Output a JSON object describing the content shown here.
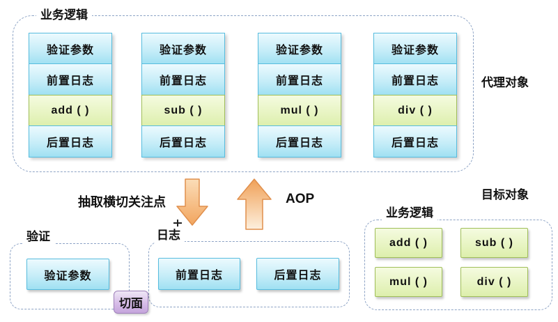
{
  "proxy": {
    "group_label": "业务逻辑",
    "side_label": "代理对象",
    "columns": [
      {
        "cells": [
          "验证参数",
          "前置日志",
          "add ( )",
          "后置日志"
        ]
      },
      {
        "cells": [
          "验证参数",
          "前置日志",
          "sub ( )",
          "后置日志"
        ]
      },
      {
        "cells": [
          "验证参数",
          "前置日志",
          "mul ( )",
          "后置日志"
        ]
      },
      {
        "cells": [
          "验证参数",
          "前置日志",
          "div ( )",
          "后置日志"
        ]
      }
    ]
  },
  "transform": {
    "extract_label": "抽取横切关注点",
    "aop_label": "AOP"
  },
  "validation": {
    "group_label": "验证",
    "cells": [
      "验证参数"
    ]
  },
  "logging": {
    "group_label": "日志",
    "cells": [
      "前置日志",
      "后置日志"
    ]
  },
  "aspect": {
    "label": "切面"
  },
  "target": {
    "group_label": "业务逻辑",
    "side_label": "目标对象",
    "cells": [
      "add ( )",
      "sub ( )",
      "mul ( )",
      "div ( )"
    ]
  },
  "colors": {
    "dash_border": "#8DA3C5",
    "blue_box_border": "#56BCDE",
    "blue_box_fill_top": "#ECFAFE",
    "blue_box_fill_bottom": "#9FE0F2",
    "green_box_border": "#9FBE58",
    "green_box_fill_top": "#F5FBE0",
    "green_box_fill_bottom": "#DDEFAC",
    "purple_box_border": "#9E80BA",
    "purple_box_fill": "#C5A5DC",
    "arrow_fill_light": "#FBDDB8",
    "arrow_fill_dark": "#F2A55E",
    "arrow_stroke": "#E08F4C"
  }
}
